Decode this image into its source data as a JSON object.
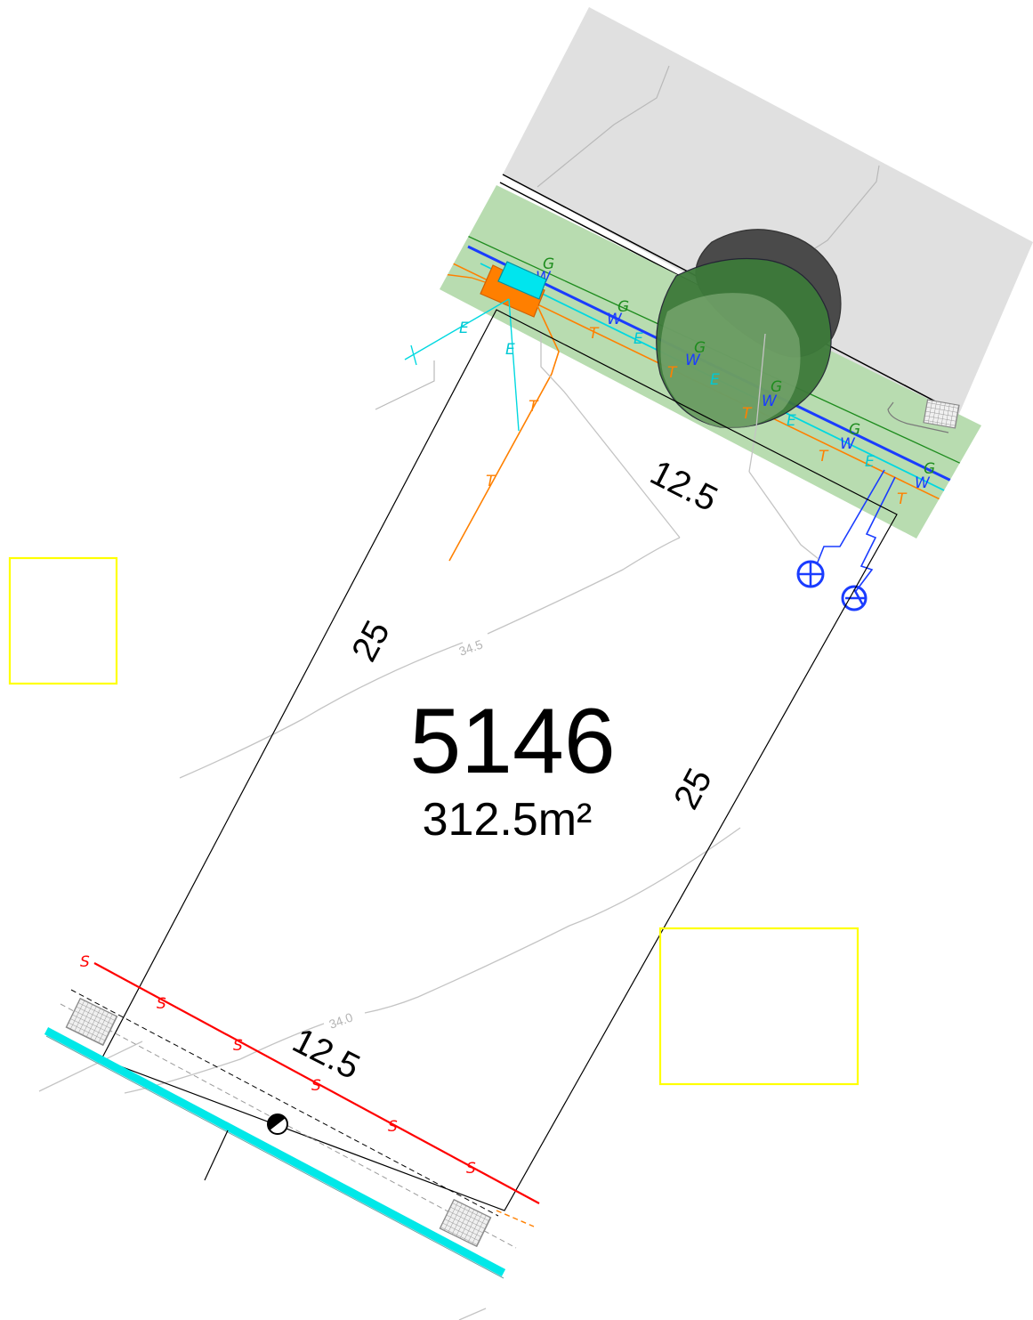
{
  "lot": {
    "number": "5146",
    "area": "312.5m²"
  },
  "dimensions": {
    "front": "12.5",
    "rear": "12.5",
    "left_side": "25",
    "right_side": "25"
  },
  "contours": {
    "upper": "34.5",
    "lower": "34.0"
  },
  "service_labels": {
    "gas": "G",
    "water": "W",
    "electricity": "E",
    "telecom": "T",
    "sewer": "S"
  },
  "colors": {
    "lot_boundary": "#000000",
    "verge": "#b8dcb0",
    "road": "#e0e0e0",
    "gas": "#1e8c1e",
    "water": "#1a3cff",
    "electricity": "#00e5e5",
    "telecom": "#ff8000",
    "sewer": "#ff0000",
    "kerb": "#00e8e8",
    "building_envelope": "#ffff00",
    "contour": "#c0c0c0",
    "tree_canopy": "#3d7a3a",
    "tree_shadow": "#5a5a5a"
  },
  "icons": {
    "tree": "tree-canopy-icon",
    "water_meter": "water-meter-icon",
    "sewer_connection": "sewer-connection-icon",
    "electricity_pit": "electric-pit-icon",
    "stormwater_pit": "grated-pit-icon",
    "sewer_manhole": "manhole-icon"
  }
}
